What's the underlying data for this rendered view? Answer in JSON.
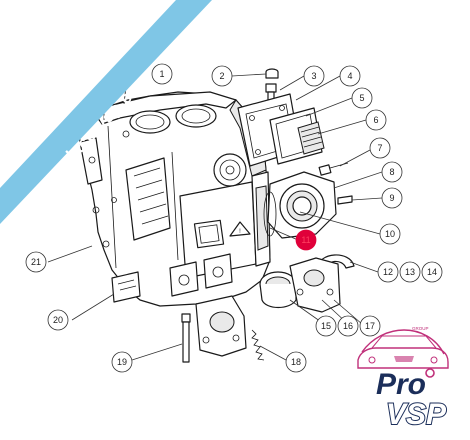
{
  "diagram": {
    "watermark_banner": "proplace-vsp.com",
    "callouts": [
      "1",
      "2",
      "3",
      "4",
      "5",
      "6",
      "7",
      "8",
      "9",
      "10",
      "11",
      "12",
      "13",
      "14",
      "15",
      "16",
      "17",
      "18",
      "19",
      "20",
      "21"
    ],
    "highlighted_callout": "11",
    "colors": {
      "banner": "#7fc6e6",
      "highlight": "#e0003a",
      "logo_navy": "#1b2e5a",
      "logo_magenta": "#c0307a"
    }
  },
  "logo": {
    "group_text": "GROUP",
    "line1": "Pro",
    "line2": "VSP"
  }
}
